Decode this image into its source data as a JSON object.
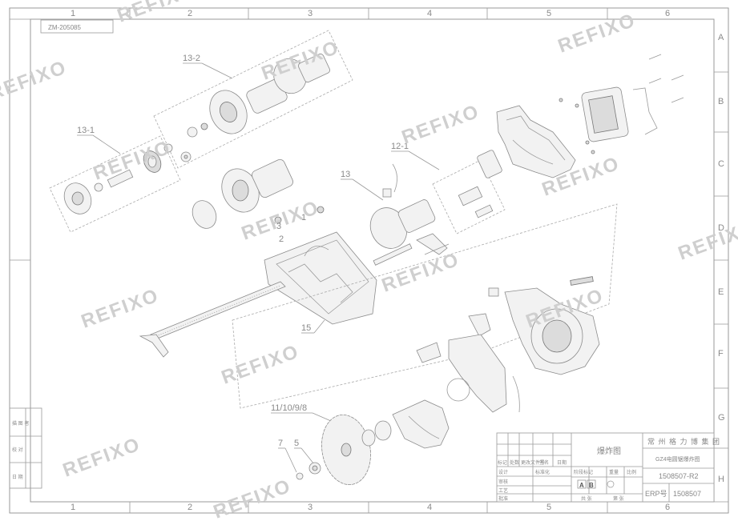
{
  "drawing": {
    "doc_code": "ZM-205085",
    "column_numbers": [
      "1",
      "2",
      "3",
      "4",
      "5",
      "6"
    ],
    "row_letters": [
      "A",
      "B",
      "C",
      "D",
      "E",
      "F",
      "G",
      "H"
    ],
    "part_labels": {
      "p13_2": "13-2",
      "p13_1": "13-1",
      "p12": "12-1",
      "p13": "13",
      "p15": "15",
      "p11": "11/10/9/8",
      "p7": "7",
      "p5": "5",
      "p1": "1",
      "p2": "2",
      "p3": "3"
    },
    "watermark": "REFIXO",
    "left_table": [
      "描 图 者",
      "校 对",
      "日 期"
    ]
  },
  "title_block": {
    "company": "常 州 格 力 博 集 团",
    "view_name": "爆炸图",
    "product_name": "GZ4电圆锯爆炸图",
    "drawing_no": "1508507-R2",
    "erp_label": "ERP号",
    "erp_no": "1508507",
    "scale_marks": [
      "A",
      "B"
    ],
    "row_labels": [
      "标记",
      "处数",
      "更改文件号",
      "签名",
      "日期",
      "设计",
      "审核",
      "工艺",
      "批准"
    ],
    "col_labels": [
      "标准化",
      "阶段标记",
      "重量",
      "比例"
    ],
    "sheet": "共  张",
    "sheet_no": "第  张"
  },
  "colors": {
    "line": "#9a9a9a",
    "watermark": "#cfcfcf",
    "part_fill": "#f2f2f2"
  }
}
